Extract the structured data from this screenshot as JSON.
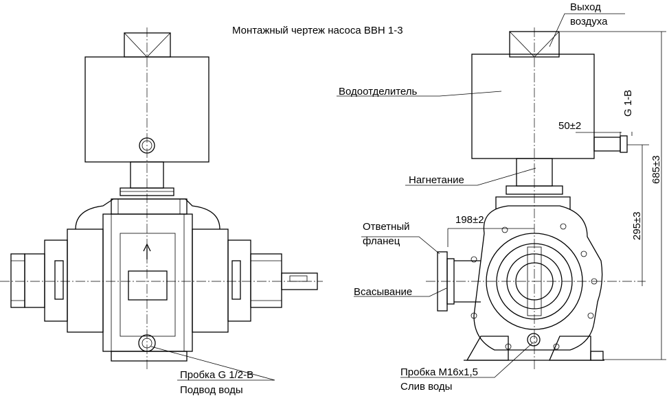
{
  "title": "Монтажный чертеж насоса ВВН 1-3",
  "labels": {
    "air_outlet_line1": "Выход",
    "air_outlet_line2": "воздуха",
    "separator": "Водоотделитель",
    "discharge": "Нагнетание",
    "mating_flange_line1": "Ответный",
    "mating_flange_line2": "фланец",
    "suction": "Всасывание",
    "plug_left": "Пробка G 1/2-B",
    "water_inlet": "Подвод воды",
    "plug_right": "Пробка  М16х1,5",
    "water_drain": "Слив воды"
  },
  "dimensions": {
    "thread": "G 1-B",
    "offset": "50±2",
    "flange_dist": "198±2",
    "axis_height": "295±3",
    "total_height": "685±3"
  }
}
